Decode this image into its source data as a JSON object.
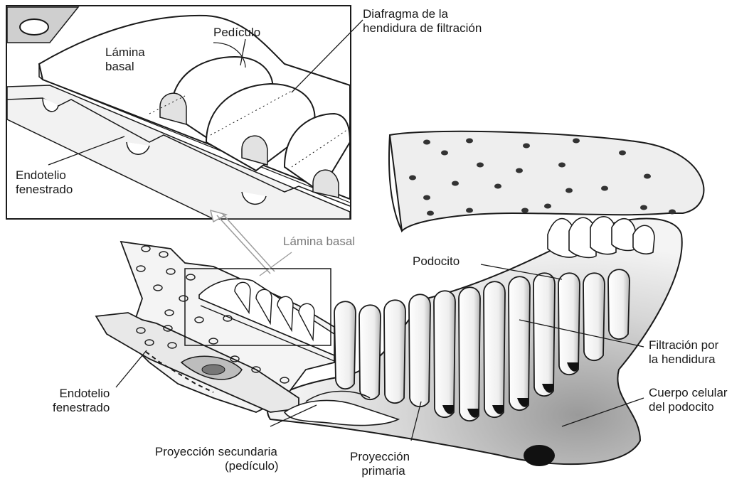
{
  "labels": {
    "inset_pediculo": "Pedículo",
    "inset_lamina_basal_1": "Lámina",
    "inset_lamina_basal_2": "basal",
    "inset_diafragma_1": "Diafragma de la",
    "inset_diafragma_2": "hendidura de filtración",
    "inset_endotelio_1": "Endotelio",
    "inset_endotelio_2": "fenestrado",
    "main_lamina_basal": "Lámina basal",
    "main_podocito": "Podocito",
    "main_filtracion_1": "Filtración por",
    "main_filtracion_2": "la hendidura",
    "main_cuerpo_1": "Cuerpo celular",
    "main_cuerpo_2": "del podocito",
    "main_endotelio_1": "Endotelio",
    "main_endotelio_2": "fenestrado",
    "main_secundaria_1": "Proyección secundaria",
    "main_secundaria_2": "(pedículo)",
    "main_primaria_1": "Proyección",
    "main_primaria_2": "primaria"
  },
  "colors": {
    "ink": "#1a1a1a",
    "shade": "#8c8c8c",
    "paper": "#ffffff"
  }
}
